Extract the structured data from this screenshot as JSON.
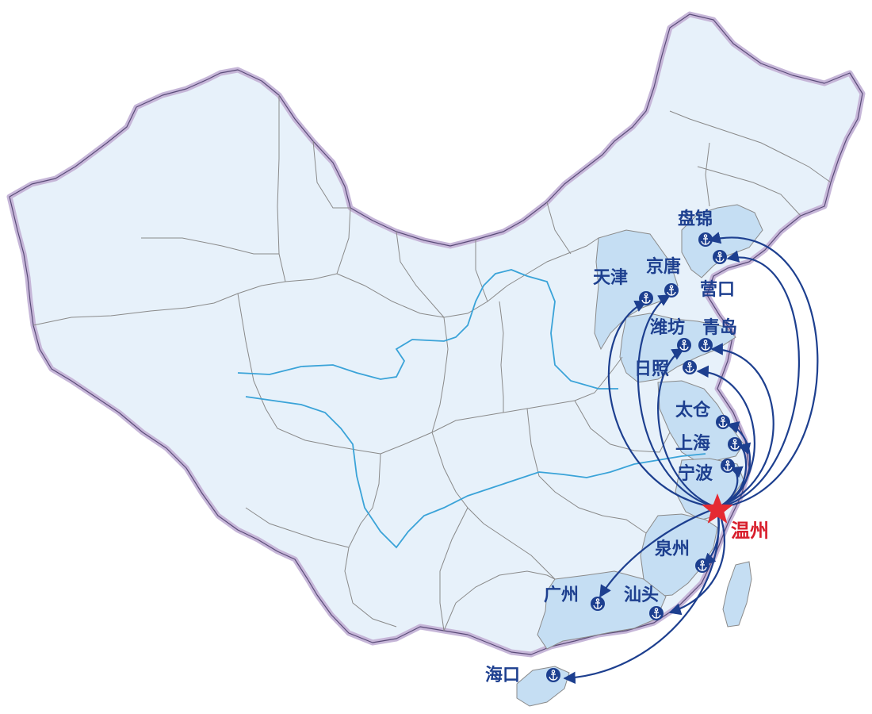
{
  "colors": {
    "land": "#e7f1fa",
    "coastal": "#c5def3",
    "border_outer": "#c6b6d8",
    "province": "#8a8a8a",
    "river": "#3aa3d8",
    "route": "#1d3f8f",
    "hub": "#e52a32"
  },
  "hub": {
    "name": "温州",
    "icon": "red-star-icon"
  },
  "ports": [
    {
      "id": "panjin",
      "name": "盘锦",
      "icon": "anchor-icon"
    },
    {
      "id": "yingkou",
      "name": "营口",
      "icon": "anchor-icon"
    },
    {
      "id": "tianjin",
      "name": "天津",
      "icon": "anchor-icon"
    },
    {
      "id": "jingtang",
      "name": "京唐",
      "icon": "anchor-icon"
    },
    {
      "id": "weifang",
      "name": "潍坊",
      "icon": "anchor-icon"
    },
    {
      "id": "qingdao",
      "name": "青岛",
      "icon": "anchor-icon"
    },
    {
      "id": "rizhao",
      "name": "日照",
      "icon": "anchor-icon"
    },
    {
      "id": "taicang",
      "name": "太仓",
      "icon": "anchor-icon"
    },
    {
      "id": "shanghai",
      "name": "上海",
      "icon": "anchor-icon"
    },
    {
      "id": "ningbo",
      "name": "宁波",
      "icon": "anchor-icon"
    },
    {
      "id": "quanzhou",
      "name": "泉州",
      "icon": "anchor-icon"
    },
    {
      "id": "shantou",
      "name": "汕头",
      "icon": "anchor-icon"
    },
    {
      "id": "guangzhou",
      "name": "广州",
      "icon": "anchor-icon"
    },
    {
      "id": "haikou",
      "name": "海口",
      "icon": "anchor-icon"
    }
  ]
}
